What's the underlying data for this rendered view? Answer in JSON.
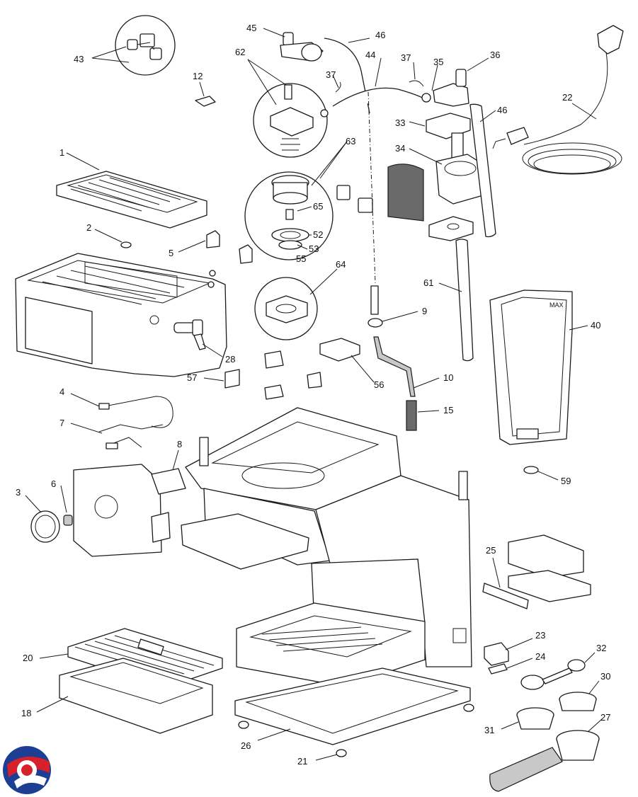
{
  "diagram": {
    "type": "exploded parts diagram",
    "part_labels": {
      "p1": "1",
      "p2": "2",
      "p3": "3",
      "p4": "4",
      "p5": "5",
      "p6": "6",
      "p7": "7",
      "p8": "8",
      "p9": "9",
      "p10": "10",
      "p12": "12",
      "p15": "15",
      "p18": "18",
      "p20": "20",
      "p21": "21",
      "p22": "22",
      "p23": "23",
      "p24": "24",
      "p25": "25",
      "p26": "26",
      "p27": "27",
      "p28": "28",
      "p30": "30",
      "p31": "31",
      "p32": "32",
      "p33": "33",
      "p34": "34",
      "p35": "35",
      "p36": "36",
      "p37a": "37",
      "p37b": "37",
      "p40": "40",
      "p43": "43",
      "p44": "44",
      "p45": "45",
      "p46a": "46",
      "p46b": "46",
      "p52": "52",
      "p53": "53",
      "p55": "55",
      "p56": "56",
      "p57": "57",
      "p59": "59",
      "p61": "61",
      "p62": "62",
      "p63": "63",
      "p64": "64",
      "p65": "65"
    },
    "tank_label": "MAX"
  },
  "colors": {
    "line": "#1a1a1a",
    "fill": "#ffffff",
    "shade": "#c8c8c8",
    "dark_part": "#6a6a6a",
    "logo_blue": "#1c3f94",
    "logo_red": "#d6202a"
  }
}
